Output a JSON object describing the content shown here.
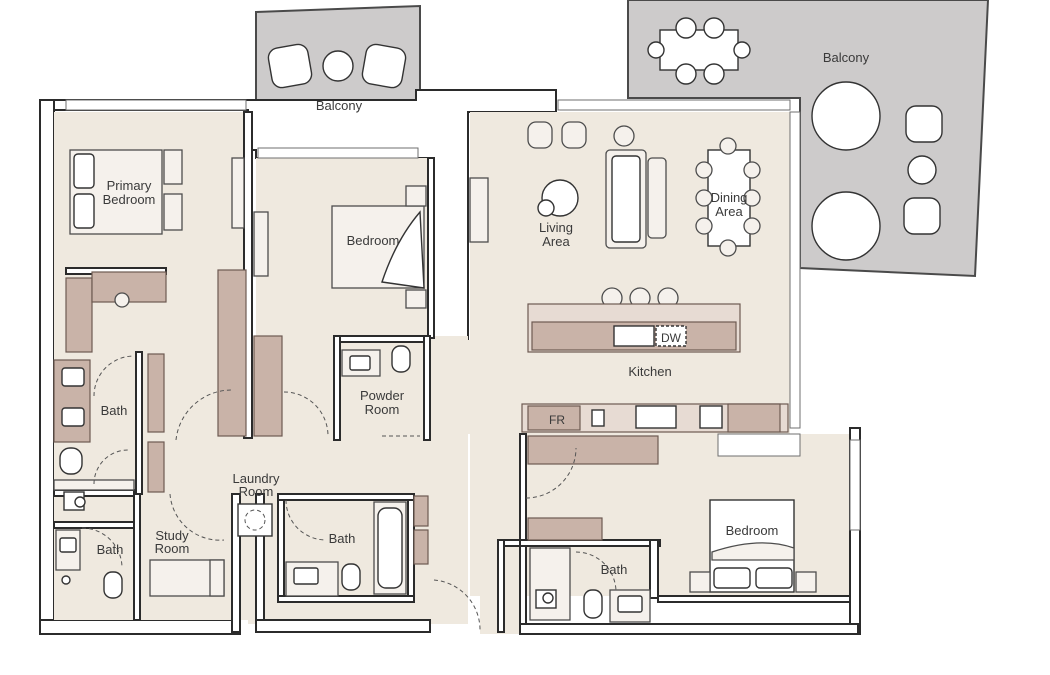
{
  "rooms": {
    "balcony_left": "Balcony",
    "balcony_right": "Balcony",
    "primary_bedroom_l1": "Primary",
    "primary_bedroom_l2": "Bedroom",
    "bedroom_center": "Bedroom",
    "living_l1": "Living",
    "living_l2": "Area",
    "dining_l1": "Dining",
    "dining_l2": "Area",
    "bath_primary": "Bath",
    "powder_l1": "Powder",
    "powder_l2": "Room",
    "kitchen": "Kitchen",
    "laundry_l1": "Laundry",
    "laundry_l2": "Room",
    "bath_small": "Bath",
    "study_l1": "Study",
    "study_l2": "Room",
    "bath_center": "Bath",
    "bath_right": "Bath",
    "bedroom_right": "Bedroom"
  },
  "appliances": {
    "dishwasher": "DW",
    "fridge": "FR"
  },
  "colors": {
    "floor": "#efe9df",
    "balcony": "#cdcbcb",
    "cabinet": "#c9b3a8",
    "wall": "#2b2b2b"
  }
}
